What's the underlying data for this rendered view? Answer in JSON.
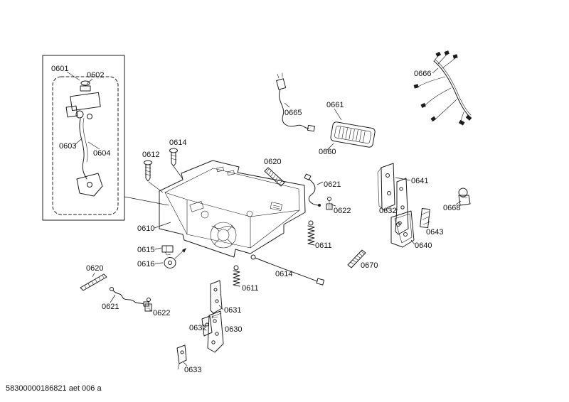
{
  "colors": {
    "background": "#ffffff",
    "line": "#1c1c1c",
    "text": "#111111"
  },
  "footer_text": "58300000186821 aet 006 a",
  "callouts": [
    "0601",
    "0602",
    "0603",
    "0604",
    "0612",
    "0614",
    "0610",
    "0620",
    "0621",
    "0622",
    "0665",
    "0661",
    "0660",
    "0666",
    "0641",
    "0632",
    "0668",
    "0643",
    "0640",
    "0670",
    "0611",
    "0614",
    "0615",
    "0616",
    "0620",
    "0621",
    "0622",
    "0611",
    "0631",
    "0632",
    "0630",
    "0633"
  ]
}
